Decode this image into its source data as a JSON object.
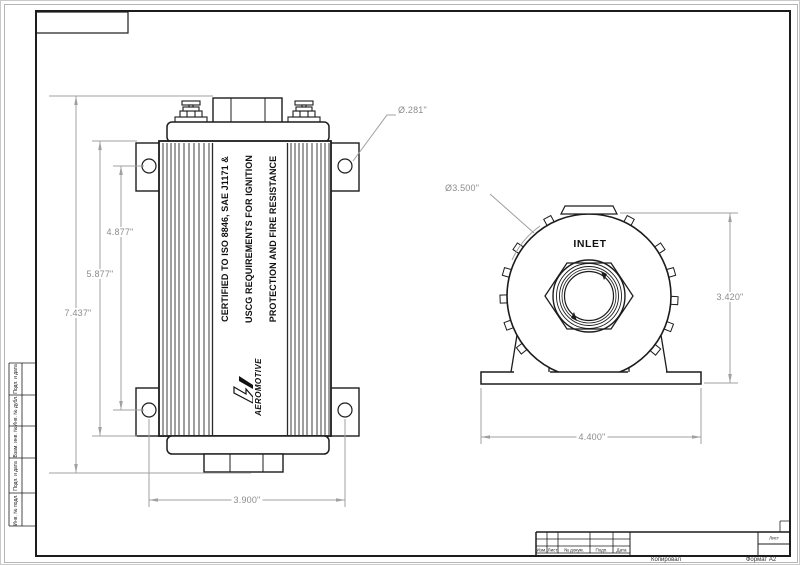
{
  "side_view": {
    "certification": [
      "CERTIFIED TO ISO 8846, SAE J1171 &",
      "USCG REQUIREMENTS FOR IGNITION",
      "PROTECTION AND FIRE RESISTANCE"
    ],
    "brand": "AEROMOTIVE",
    "dim_overall_height": "7.437\"",
    "dim_bracket_height": "5.877\"",
    "dim_hole_spacing_vertical": "4.877\"",
    "dim_hole_spacing_horizontal": "3.900\"",
    "dim_mount_hole_diameter": "Ø.281\""
  },
  "end_view": {
    "port_label": "INLET",
    "dim_body_diameter": "Ø3.500\"",
    "dim_height": "3.420\"",
    "dim_base_width": "4.400\""
  },
  "title_block": {
    "columns": [
      "Изм.",
      "Лист",
      "№ докум.",
      "Подп.",
      "Дата"
    ],
    "sheet_label": "Лист",
    "footer_copy": "Копировал",
    "footer_format": "Формат А2"
  },
  "margin_strip": [
    "Подп. и дата",
    "Инв. № дубл.",
    "Взам. инв. №",
    "Подп. и дата",
    "Инв. № подл."
  ],
  "colors": {
    "line": "#1c1c1c",
    "dimension": "#a0a0a0",
    "dim_text": "#8c8c8c"
  }
}
